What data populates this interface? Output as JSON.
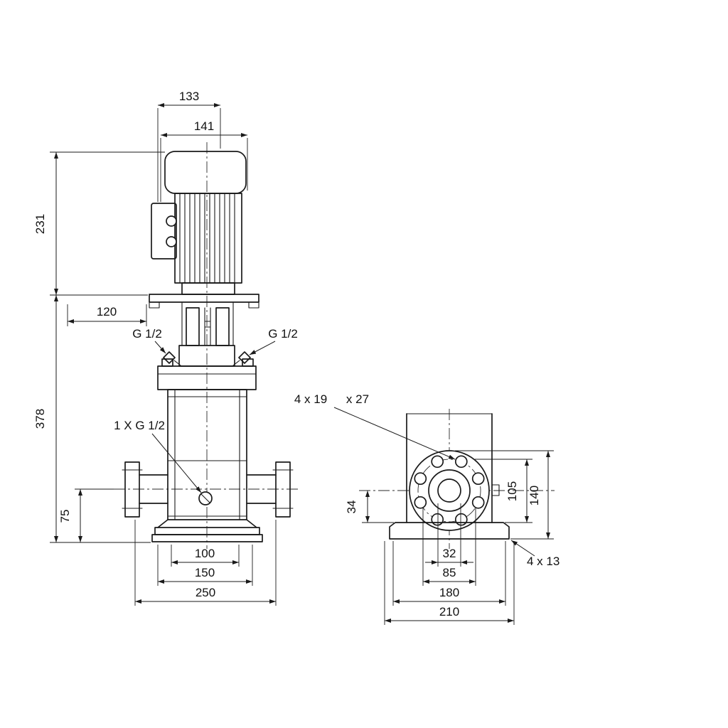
{
  "front_view": {
    "dims": {
      "motor_top_width": "133",
      "motor_width": "141",
      "motor_height": "231",
      "coupling_height": "120",
      "pump_height": "378",
      "left_port": "G 1/2",
      "right_port": "G 1/2",
      "drain_port": "1 X G 1/2",
      "base_to_port": "75",
      "width_100": "100",
      "width_150": "150",
      "width_250": "250"
    }
  },
  "side_view": {
    "dims": {
      "flange_holes": "4 x 19",
      "flange_holes_depth": "x 27",
      "height_34": "34",
      "height_105": "105",
      "height_140": "140",
      "width_32": "32",
      "width_85": "85",
      "width_180": "180",
      "width_210": "210",
      "base_holes": "4  x 13"
    }
  },
  "colors": {
    "line": "#1a1a1a",
    "background": "#ffffff"
  }
}
